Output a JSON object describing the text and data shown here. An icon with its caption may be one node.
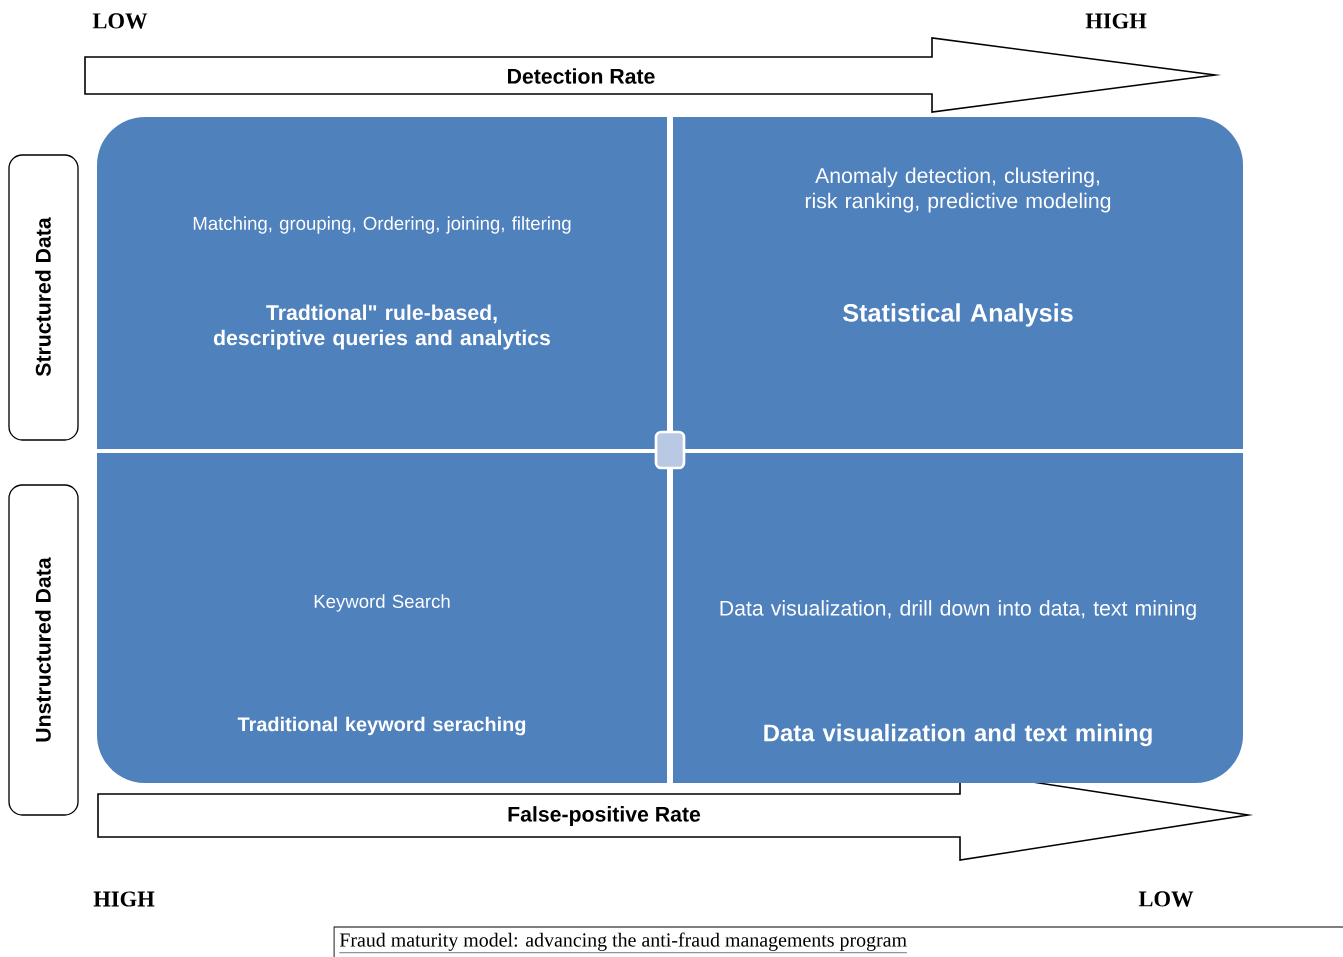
{
  "diagram": {
    "caption": "Fraud maturity model: advancing the anti-fraud managements program",
    "nodes": [
      {
        "text": [
          "Detection Rate"
        ]
      },
      {
        "text": [
          "False-positive Rate"
        ]
      },
      {
        "text": [
          "Structured Data"
        ]
      },
      {
        "text": [
          "Unstructured Data"
        ]
      },
      {
        "text": [
          "Matching, grouping, Ordering, joining, filtering",
          "Tradtional\" rule-based, descriptive queries and analytics"
        ]
      },
      {
        "text": [
          "Anomaly detection, clustering, risk ranking, predictive modeling",
          "Statistical Analysis"
        ]
      },
      {
        "text": [
          "Keyword Search",
          "Traditional keyword seraching"
        ]
      },
      {
        "text": [
          "Data visualization, drill down into data, text mining",
          "Data visualization and text mining"
        ]
      }
    ],
    "labels": [
      "LOW",
      "HIGH",
      "HIGH",
      "LOW"
    ]
  }
}
